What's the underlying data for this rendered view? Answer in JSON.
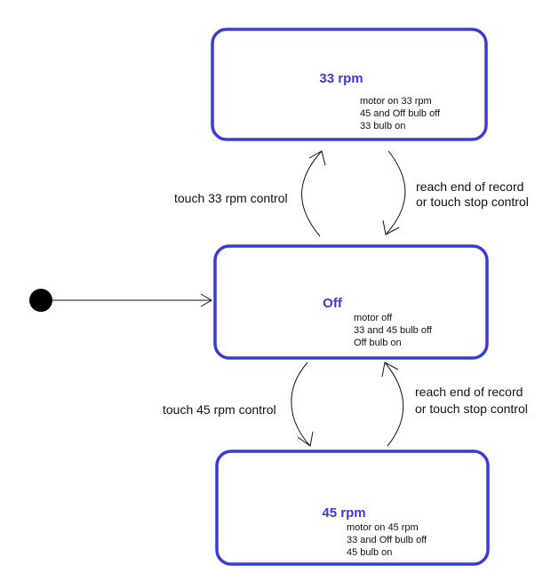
{
  "colors": {
    "state_border": "#3a3ad6",
    "state_name": "#3a3ad6",
    "text": "#111111",
    "initial_dot": "#000000"
  },
  "states": {
    "rpm33": {
      "name": "33 rpm",
      "actions": [
        "motor on 33 rpm",
        "45 and Off bulb off",
        "33 bulb on"
      ]
    },
    "off": {
      "name": "Off",
      "actions": [
        "motor off",
        "33 and 45 bulb off",
        "Off bulb on"
      ]
    },
    "rpm45": {
      "name": "45 rpm",
      "actions": [
        "motor on 45 rpm",
        "33 and Off bulb off",
        "45 bulb on"
      ]
    }
  },
  "transitions": {
    "off_to_33": {
      "label": [
        "touch 33 rpm control"
      ]
    },
    "rpm33_to_off": {
      "label": [
        "reach end of record",
        "or touch stop control"
      ]
    },
    "off_to_45": {
      "label": [
        "touch 45 rpm control"
      ]
    },
    "rpm45_to_off": {
      "label": [
        "reach end of record",
        "or touch stop control"
      ]
    }
  }
}
